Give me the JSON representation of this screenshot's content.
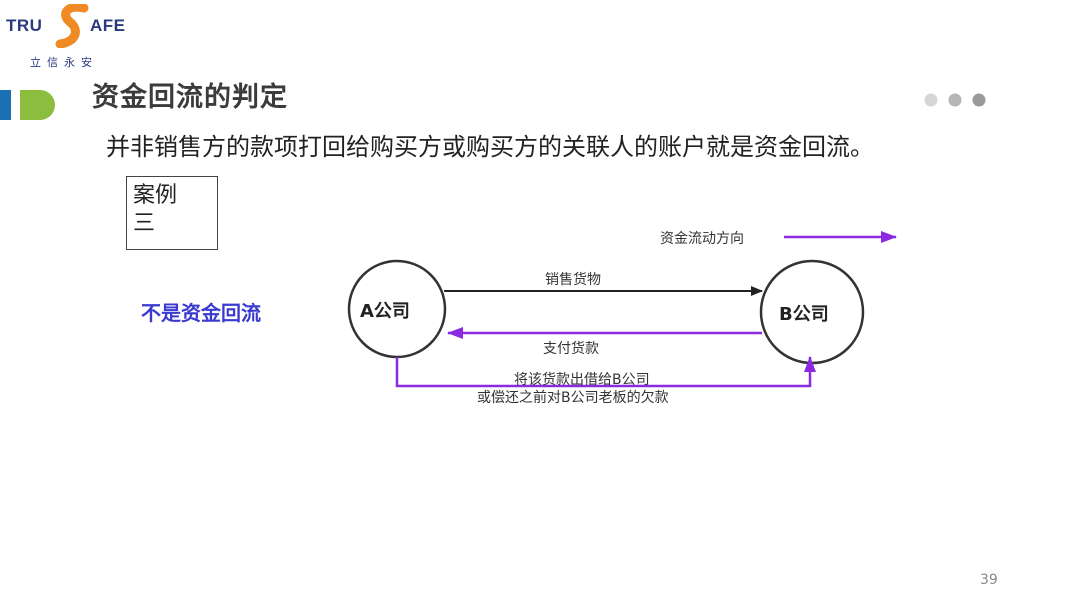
{
  "logo": {
    "text_left": "TRU",
    "text_right": "AFE",
    "chinese": "立信永安"
  },
  "slide": {
    "title": "资金回流的判定",
    "subtitle": "并非销售方的款项打回给购买方或购买方的关联人的账户就是资金回流。",
    "case_label": "案例\n三",
    "verdict": "不是资金回流",
    "page_number": "39"
  },
  "diagram": {
    "legend_label": "资金流动方向",
    "node_a": "A公司",
    "node_b": "B公司",
    "edge_goods": "销售货物",
    "edge_payment": "支付货款",
    "edge_loan_line1": "将该货款出借给B公司",
    "edge_loan_line2": "或偿还之前对B公司老板的欠款"
  },
  "colors": {
    "accent_blue": "#1a6fb5",
    "accent_green": "#8cbd3f",
    "purple": "#8a2be2",
    "verdict_blue": "#3a3ad0",
    "logo_orange": "#f08a24"
  }
}
